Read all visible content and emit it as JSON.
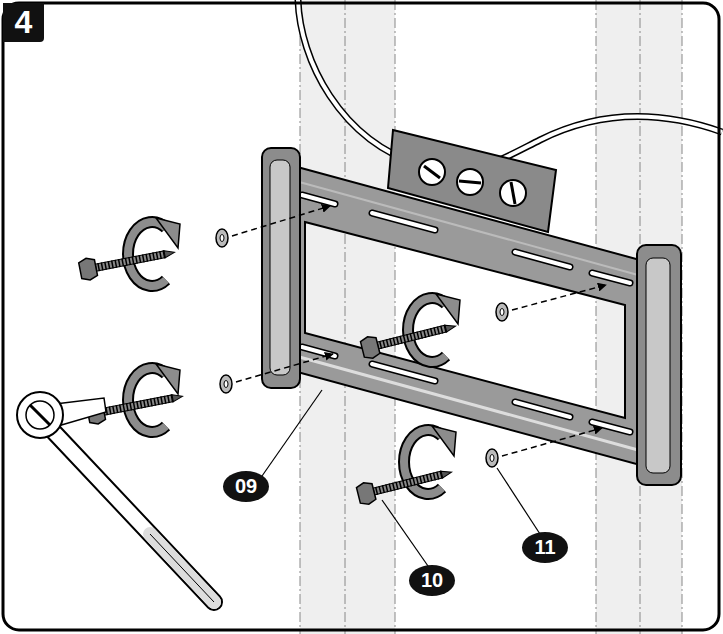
{
  "diagram": {
    "labels": [
      "4",
      "09",
      "10",
      "11"
    ]
  }
}
